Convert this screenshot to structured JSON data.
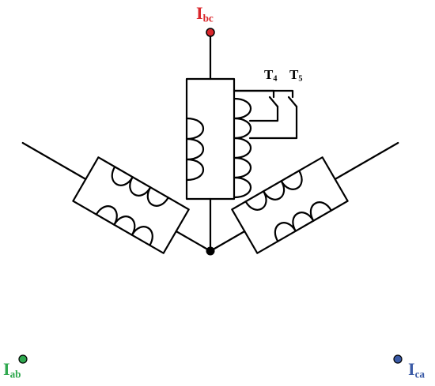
{
  "terminals": {
    "bc": {
      "main": "I",
      "sub": "bc",
      "color": "#d9262b"
    },
    "ab": {
      "main": "I",
      "sub": "ab",
      "color": "#2fa84f"
    },
    "ca": {
      "main": "I",
      "sub": "ca",
      "color": "#3a5aa6"
    }
  },
  "switches": {
    "t4": {
      "main": "T",
      "sub": "4"
    },
    "t5": {
      "main": "T",
      "sub": "5"
    }
  },
  "line_color": "#000000"
}
